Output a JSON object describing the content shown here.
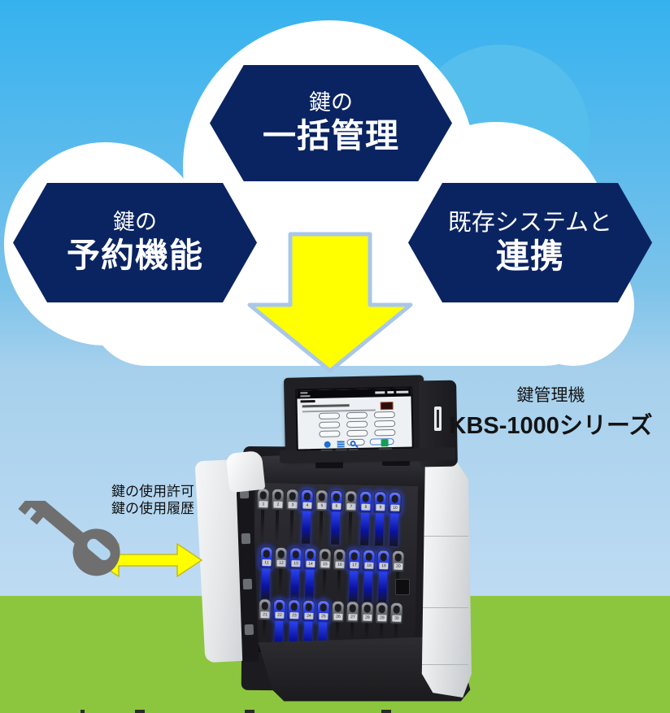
{
  "banners": {
    "center": {
      "line1": "鍵の",
      "line2": "一括管理"
    },
    "left": {
      "line1": "鍵の",
      "line2": "予約機能"
    },
    "right": {
      "line1": "既存システムと",
      "line2": "連携"
    }
  },
  "device": {
    "label_small": "鍵管理機",
    "label_model": "KBS-1000シリーズ"
  },
  "key_exchange": {
    "line1": "鍵の使用許可",
    "line2": "鍵の使用履歴"
  },
  "machine": {
    "slot_rows": [
      {
        "start": 1,
        "count": 10,
        "lit": [
          4,
          6,
          8,
          9,
          10
        ]
      },
      {
        "start": 11,
        "count": 10,
        "lit": [
          11,
          13,
          14,
          17,
          18,
          19
        ]
      },
      {
        "start": 21,
        "count": 10,
        "lit": [
          22,
          23,
          24,
          25
        ]
      }
    ]
  },
  "colors": {
    "sky_top": "#35b2ee",
    "sky_bottom": "#bedbf3",
    "grass": "#8cc63e",
    "navy": "#0a2462",
    "yellow": "#ffff00",
    "arrow_outline": "#a9c7e8",
    "dbl_outline": "#c2bd22",
    "cloud_accent": "#56beec",
    "lit": "#2b43f0",
    "keygray": "#6f6f6f"
  }
}
